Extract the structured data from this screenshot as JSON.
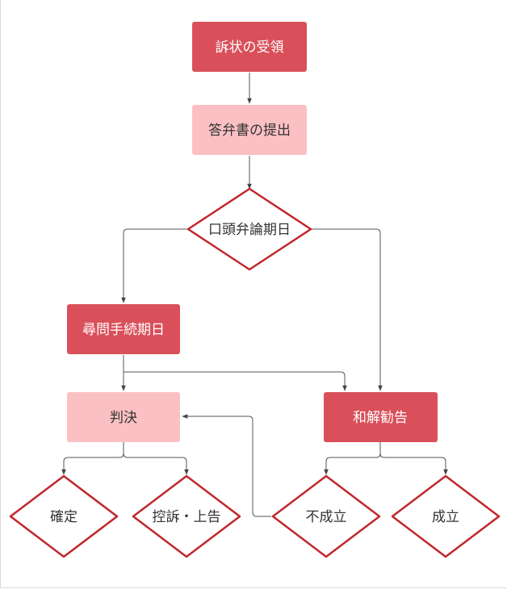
{
  "nodes": {
    "complaint": "訴状の受領",
    "answer": "答弁書の提出",
    "oral": "口頭弁論期日",
    "examination": "尋問手続期日",
    "judgment": "判決",
    "settlement": "和解勧告",
    "final": "確定",
    "appeal": "控訴・上告",
    "fail": "不成立",
    "success": "成立"
  },
  "colors": {
    "dark_fill": "#d9505a",
    "light_fill": "#fbc0c3",
    "diamond_stroke": "#c1272d",
    "connector": "#555555"
  }
}
